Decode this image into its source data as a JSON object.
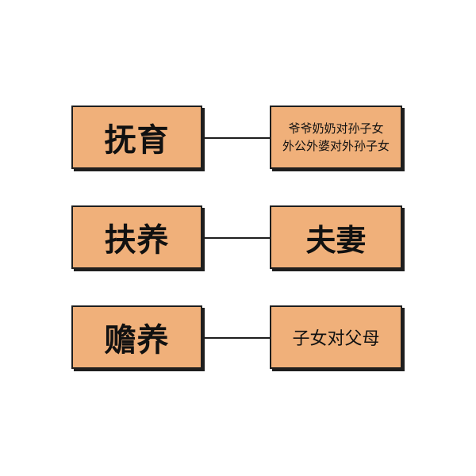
{
  "colors": {
    "box_fill": "#f0b07a",
    "box_border": "#1e1e1e",
    "background": "#ffffff"
  },
  "rows": [
    {
      "term": "抚育",
      "description_lines": [
        "爷爷奶奶对孙子女",
        "外公外婆对外孙子女"
      ]
    },
    {
      "term": "扶养",
      "description": "夫妻"
    },
    {
      "term": "赡养",
      "description": "子女对父母"
    }
  ]
}
